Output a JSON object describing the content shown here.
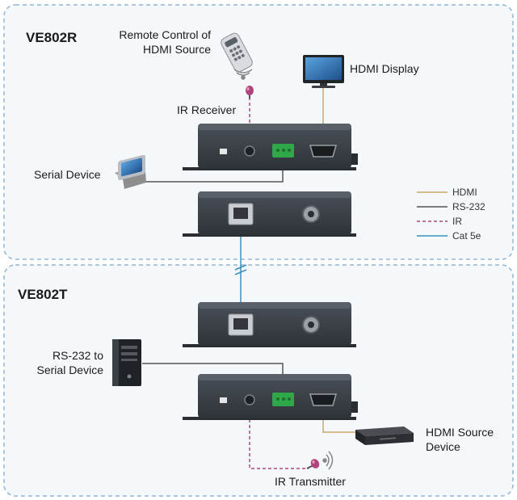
{
  "sections": {
    "receiver": {
      "title": "VE802R"
    },
    "transmitter": {
      "title": "VE802T"
    }
  },
  "labels": {
    "remote_line1": "Remote Control of",
    "remote_line2": "HDMI Source",
    "hdmi_display": "HDMI Display",
    "ir_receiver": "IR Receiver",
    "serial_device": "Serial Device",
    "rs232_line1": "RS-232 to",
    "rs232_line2": "Serial Device",
    "hdmi_source_line1": "HDMI Source",
    "hdmi_source_line2": "Device",
    "ir_transmitter": "IR Transmitter"
  },
  "legend": [
    {
      "label": "HDMI",
      "color": "#c8a96a",
      "style": "solid"
    },
    {
      "label": "RS-232",
      "color": "#555555",
      "style": "solid"
    },
    {
      "label": "IR",
      "color": "#b0447a",
      "style": "dashed"
    },
    {
      "label": "Cat 5e",
      "color": "#3a8fc0",
      "style": "solid"
    }
  ],
  "colors": {
    "device_body": "#3c4249",
    "section_border": "#8fb6d6",
    "hdmi": "#c8a96a",
    "rs232": "#555555",
    "ir": "#b0447a",
    "cat5e": "#3a8fc0",
    "terminal_green": "#2fa84a"
  }
}
